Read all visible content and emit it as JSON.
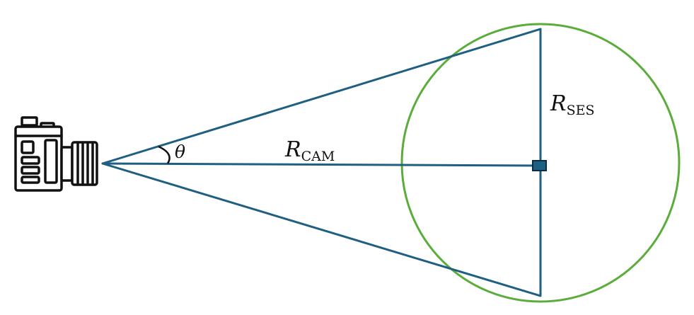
{
  "labels": {
    "theta": "θ",
    "r_cam_main": "R",
    "r_cam_sub": "CAM",
    "r_ses_main": "R",
    "r_ses_sub": "SES"
  },
  "colors": {
    "line": "#1f5f82",
    "circle": "#5aad3a",
    "camera_stroke": "#111111",
    "camera_fill": "#ffffff",
    "marker_fill": "#1f5f82"
  },
  "icons": {
    "camera": "camera-icon"
  }
}
